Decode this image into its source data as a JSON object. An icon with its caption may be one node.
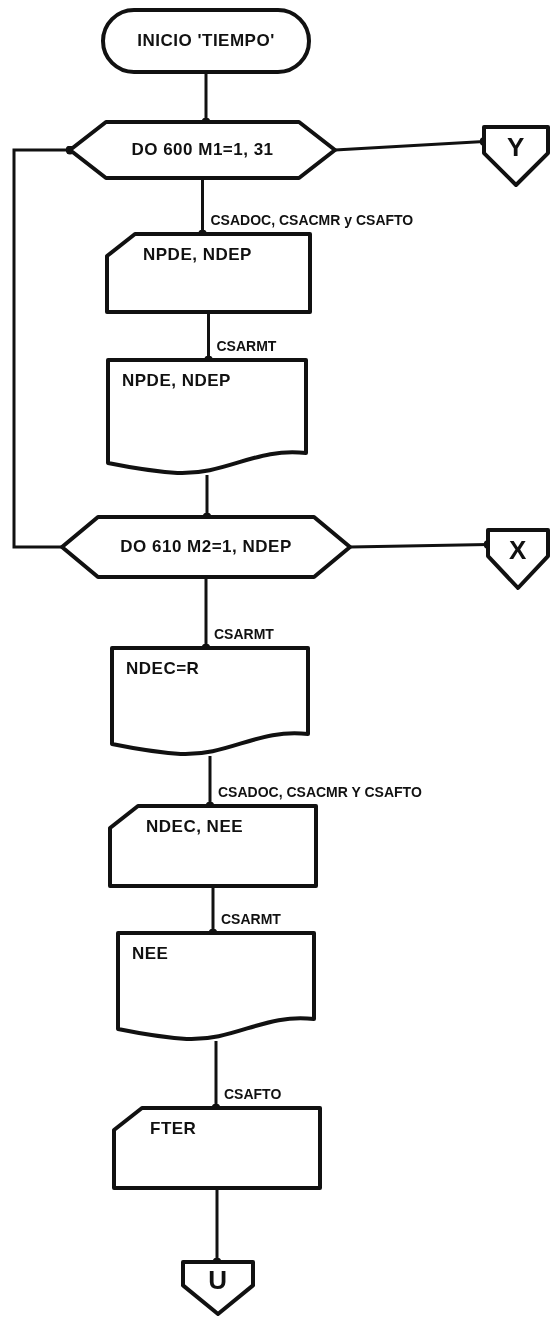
{
  "diagram": {
    "nodes": [
      {
        "text": [
          "INICIO 'TIEMPO'"
        ]
      },
      {
        "text": [
          "DO 600 M1=1, 31"
        ]
      },
      {
        "text": [
          "Y"
        ]
      },
      {
        "text": [
          "NPDE, NDEP"
        ]
      },
      {
        "text": [
          "NPDE, NDEP"
        ]
      },
      {
        "text": [
          "DO 610 M2=1, NDEP"
        ]
      },
      {
        "text": [
          "X"
        ]
      },
      {
        "text": [
          "NDEC=R"
        ]
      },
      {
        "text": [
          "NDEC, NEE"
        ]
      },
      {
        "text": [
          "NEE"
        ]
      },
      {
        "text": [
          "FTER"
        ]
      },
      {
        "text": [
          "U"
        ]
      }
    ],
    "edges": [
      {
        "from": 0,
        "to": 1,
        "arrow": "other"
      },
      {
        "from": 1,
        "to": 2,
        "arrow": "other"
      },
      {
        "from": 1,
        "to": 3,
        "arrow": "other",
        "label": "CSADOC, CSACMR y CSAFTO"
      },
      {
        "from": 3,
        "to": 4,
        "arrow": "other",
        "label": "CSARMT"
      },
      {
        "from": 4,
        "to": 5,
        "arrow": "other"
      },
      {
        "from": 5,
        "to": 1,
        "arrow": "other"
      },
      {
        "from": 5,
        "to": 6,
        "arrow": "other"
      },
      {
        "from": 5,
        "to": 7,
        "arrow": "other",
        "label": "CSARMT"
      },
      {
        "from": 7,
        "to": 8,
        "arrow": "other",
        "label": "CSADOC, CSACMR Y CSAFTO"
      },
      {
        "from": 8,
        "to": 9,
        "arrow": "other",
        "label": "CSARMT"
      },
      {
        "from": 9,
        "to": 10,
        "arrow": "other",
        "label": "CSAFTO"
      },
      {
        "from": 10,
        "to": 11,
        "arrow": "other"
      }
    ]
  }
}
